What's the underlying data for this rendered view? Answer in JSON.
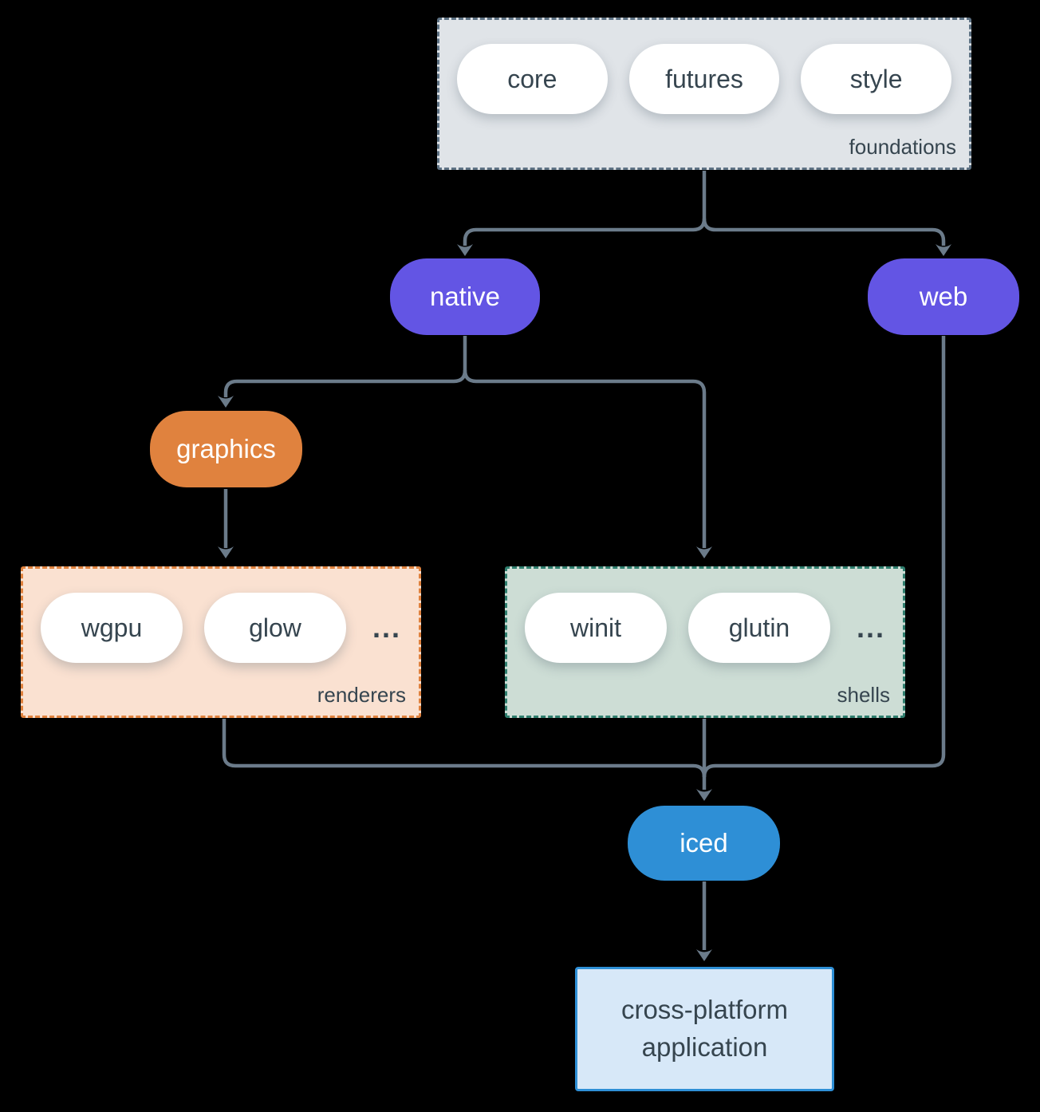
{
  "colors": {
    "background": "#000000",
    "arrow": "#6B7B8A",
    "text_dark": "#36454F",
    "text_light": "#FFFFFF",
    "purple": "#6355E4",
    "orange": "#E0823E",
    "orange_light": "#FAE1D1",
    "teal": "#2F7E6E",
    "teal_light": "#CDDDD5",
    "blue": "#2E8FD6",
    "blue_light": "#D7E8F8",
    "gray_box": "#E0E4E8",
    "gray_border": "#5E7284"
  },
  "diagram": {
    "foundations": {
      "label": "foundations",
      "pills": [
        "core",
        "futures",
        "style"
      ]
    },
    "native": "native",
    "web": "web",
    "graphics": "graphics",
    "renderers": {
      "label": "renderers",
      "pills": [
        "wgpu",
        "glow"
      ],
      "more": "..."
    },
    "shells": {
      "label": "shells",
      "pills": [
        "winit",
        "glutin"
      ],
      "more": "..."
    },
    "iced": "iced",
    "application": "cross-platform application"
  }
}
